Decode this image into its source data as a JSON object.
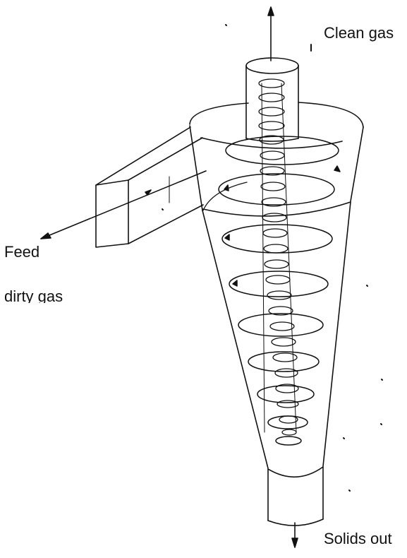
{
  "diagram": {
    "subject": "cyclone separator",
    "labels": {
      "clean_gas": "Clean gas",
      "feed": "Feed",
      "dirty_gas": "dirty gas",
      "solids_out": "Solids out"
    },
    "colors": {
      "ink": "#111111",
      "background": "#ffffff"
    }
  }
}
